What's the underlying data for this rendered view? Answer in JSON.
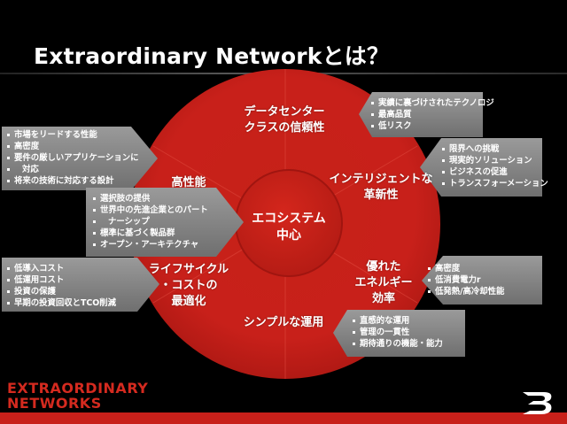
{
  "title": "Extraordinary Networkとは？",
  "segments": {
    "top": [
      "データセンター",
      "クラスの信頼性"
    ],
    "upper_right": [
      "インテリジェントな",
      "革新性"
    ],
    "lower_right": [
      "優れた",
      "エネルギー",
      "効率"
    ],
    "bottom": [
      "シンプルな運用"
    ],
    "lower_left": [
      "ライフサイクル",
      "・コストの",
      "最適化"
    ],
    "upper_left": [
      "高性能"
    ]
  },
  "center": [
    "エコシステム",
    "中心"
  ],
  "callouts": {
    "top_right": [
      "実績に裏づけされたテクノロジ",
      "最高品質",
      "低リスク"
    ],
    "right_upper": [
      "限界への挑戦",
      "現実的ソリューション",
      "ビジネスの促進",
      "トランスフォーメーション"
    ],
    "right_lower": [
      "高密度",
      "低消費電力r",
      "低発熱/高冷却性能"
    ],
    "bottom": [
      "直感的な運用",
      "管理の一貫性",
      "期待通りの機能・能力"
    ],
    "left_upper": [
      "市場をリードする性能",
      "高密度",
      "要件の厳しいアプリケーションに",
      "対応",
      "将来の技術に対応する設計"
    ],
    "center_left": [
      "選択肢の提供",
      "世界中の先進企業とのパート",
      "ナーシップ",
      "標準に基づく製品群",
      "オープン・アーキテクチャ"
    ],
    "left_lower": [
      "低導入コスト",
      "低運用コスト",
      "投資の保護",
      "早期の投資回収とTCO削減"
    ]
  },
  "brand": {
    "line1": "EXTRAORDINARY",
    "line2": "NETWORKS"
  },
  "colors": {
    "background": "#000000",
    "circle_red": "#c8201a",
    "callout_gray": "#8a8a8a",
    "brand_red": "#d42a1f"
  },
  "logo_icon": "brocade-b-logo"
}
